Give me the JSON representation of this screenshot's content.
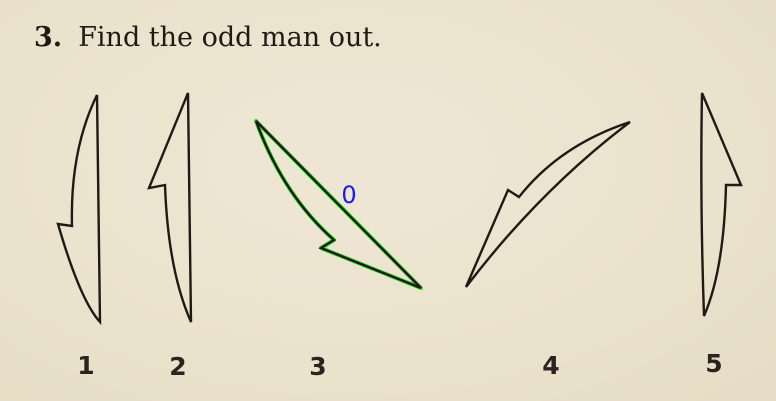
{
  "question": {
    "number": "3.",
    "text": "Find the odd man out."
  },
  "figures": [
    {
      "label": "1"
    },
    {
      "label": "2"
    },
    {
      "label": "3"
    },
    {
      "label": "4"
    },
    {
      "label": "5"
    }
  ],
  "annotation": {
    "mark_text": "0",
    "mark_color": "#1a1aff",
    "outline_color": "#22e01a"
  }
}
